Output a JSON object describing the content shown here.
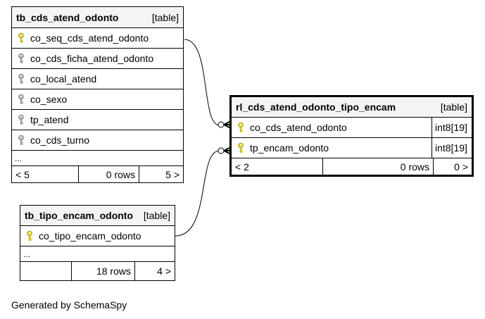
{
  "tables": {
    "cds": {
      "name": "tb_cds_atend_odonto",
      "type": "[table]",
      "columns": [
        {
          "name": "co_seq_cds_atend_odonto",
          "key": "primary"
        },
        {
          "name": "co_cds_ficha_atend_odonto",
          "key": "none"
        },
        {
          "name": "co_local_atend",
          "key": "none"
        },
        {
          "name": "co_sexo",
          "key": "none"
        },
        {
          "name": "tp_atend",
          "key": "none"
        },
        {
          "name": "co_cds_turno",
          "key": "none"
        }
      ],
      "more": "...",
      "footer": {
        "left": "< 5",
        "rows": "0 rows",
        "right": "5 >"
      }
    },
    "rl": {
      "name": "rl_cds_atend_odonto_tipo_encam",
      "type": "[table]",
      "columns": [
        {
          "name": "co_cds_atend_odonto",
          "type": "int8[19]",
          "key": "primary"
        },
        {
          "name": "tp_encam_odonto",
          "type": "int8[19]",
          "key": "primary"
        }
      ],
      "footer": {
        "left": "< 2",
        "rows": "0 rows",
        "right": "0 >"
      }
    },
    "tipo": {
      "name": "tb_tipo_encam_odonto",
      "type": "[table]",
      "columns": [
        {
          "name": "co_tipo_encam_odonto",
          "key": "primary"
        }
      ],
      "more": "...",
      "footer": {
        "left": "",
        "rows": "18 rows",
        "right": "4 >"
      }
    }
  },
  "credit": "Generated by SchemaSpy",
  "colors": {
    "primary_key": "#e8d400",
    "plain_key": "#aaaaaa",
    "header_bg": "#f4f4f4"
  }
}
